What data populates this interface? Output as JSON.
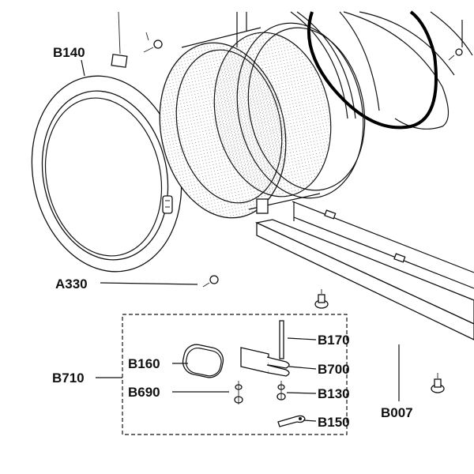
{
  "labels": {
    "b140": "B140",
    "a330": "A330",
    "b710": "B710",
    "b160": "B160",
    "b690": "B690",
    "b170": "B170",
    "b700": "B700",
    "b130": "B130",
    "b150": "B150",
    "b007": "B007"
  }
}
